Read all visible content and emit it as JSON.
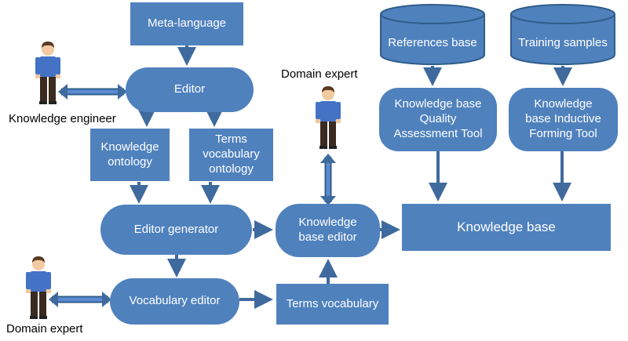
{
  "nodes": {
    "meta_language": "Meta-language",
    "editor": "Editor",
    "knowledge_ontology": "Knowledge\nontology",
    "terms_vocab_ontology": "Terms\nvocabulary\nontology",
    "editor_generator": "Editor generator",
    "vocabulary_editor": "Vocabulary editor",
    "terms_vocabulary": "Terms vocabulary",
    "kb_editor": "Knowledge\nbase editor",
    "references_base": "References  base",
    "training_samples": "Training samples",
    "quality_tool": "Knowledge base\nQuality\nAssessment  Tool",
    "inductive_tool": "Knowledge\nbase Inductive\nForming Tool",
    "knowledge_base": "Knowledge base"
  },
  "actors": {
    "knowledge_engineer": "Knowledge  engineer",
    "domain_expert_top": "Domain expert",
    "domain_expert_bottom": "Domain expert"
  },
  "colors": {
    "node_fill": "#4f81bd",
    "arrow": "#3f6a9e",
    "shirt": "#4472c4",
    "pants": "#3b2a20",
    "skin": "#f2c9a0",
    "hair": "#5a3a22"
  }
}
